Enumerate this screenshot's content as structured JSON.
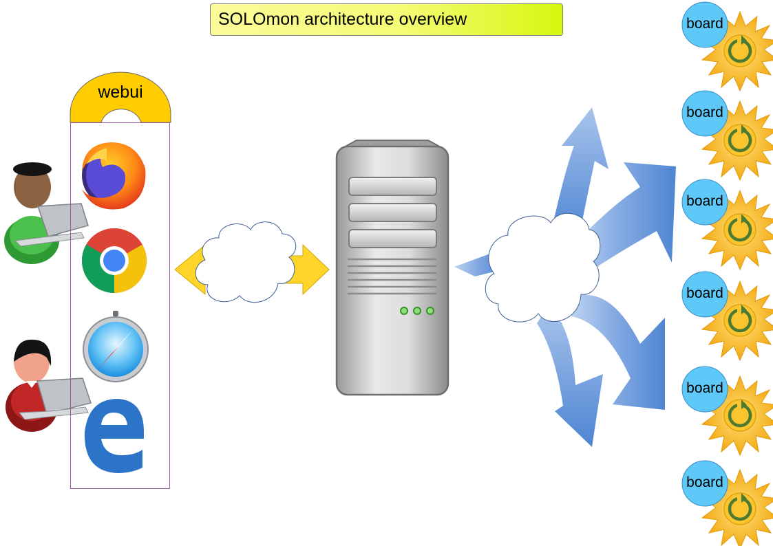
{
  "title": "SOLOmon architecture overview",
  "webui": {
    "label": "webui",
    "browsers": [
      "firefox-icon",
      "chrome-icon",
      "safari-icon",
      "edge-icon"
    ]
  },
  "users": [
    "user-icon",
    "user-icon"
  ],
  "server": {
    "icon": "server-tower-icon"
  },
  "boards": [
    {
      "label": "board"
    },
    {
      "label": "board"
    },
    {
      "label": "board"
    },
    {
      "label": "board"
    },
    {
      "label": "board"
    },
    {
      "label": "board"
    }
  ],
  "colors": {
    "title_gradient_start": "#fbfb9a",
    "title_gradient_end": "#d6f70e",
    "webui_yellow": "#ffcc00",
    "arrow_yellow": "#ffd52a",
    "arrow_blue": "#5b8fd6",
    "board_blue": "#5ec8f8",
    "sun_yellow": "#f7b512"
  }
}
